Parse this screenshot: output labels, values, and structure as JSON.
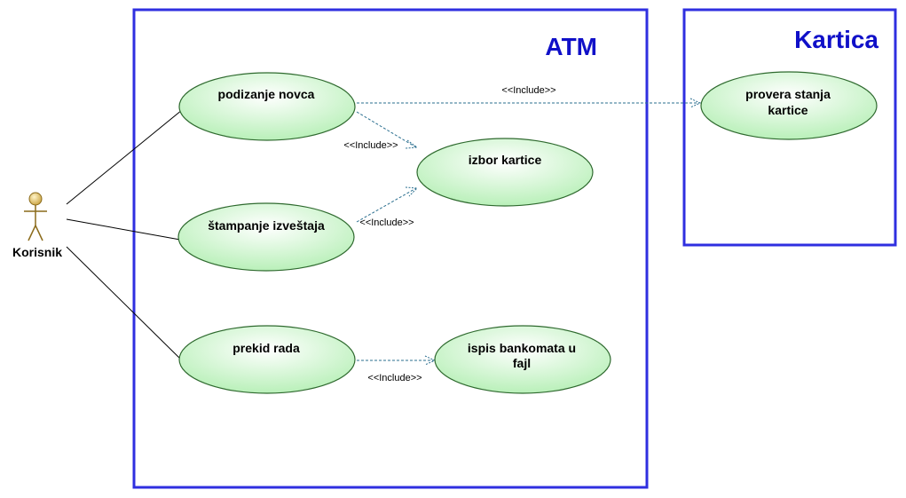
{
  "actor": {
    "name": "Korisnik"
  },
  "boundaries": {
    "atm": {
      "title": "ATM"
    },
    "kartica": {
      "title": "Kartica"
    }
  },
  "use_cases": {
    "podizanje_novca": {
      "lines": [
        "podizanje novca"
      ]
    },
    "stampanje_izvestaja": {
      "lines": [
        "štampanje izveštaja"
      ]
    },
    "prekid_rada": {
      "lines": [
        "prekid rada"
      ]
    },
    "izbor_kartice": {
      "lines": [
        "izbor kartice"
      ]
    },
    "ispis_bankomata": {
      "lines": [
        "ispis bankomata u",
        "fajl"
      ]
    },
    "provera_stanja": {
      "lines": [
        "provera stanja",
        "kartice"
      ]
    }
  },
  "relations": {
    "podizanje_to_provera": "<<Include>>",
    "podizanje_to_izbor": "<<Include>>",
    "stampanje_to_izbor": "<<Include>>",
    "prekid_to_ispis": "<<Include>>"
  },
  "colors": {
    "boundary": "#2f2fe0",
    "boundary_title": "#1010c8",
    "use_case_fill_light": "#ffffff",
    "use_case_fill_dark": "#b9f0b9",
    "include_line": "#2b6f8f"
  }
}
